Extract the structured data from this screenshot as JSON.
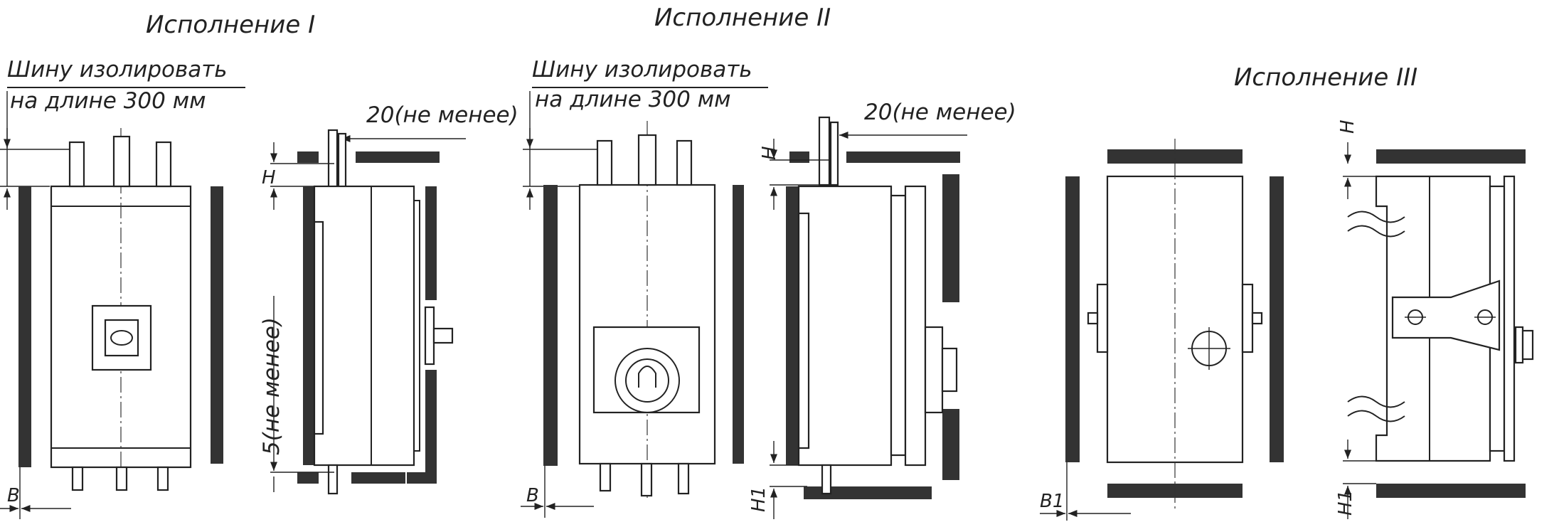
{
  "figure": {
    "variant_titles": [
      "Исполнение I",
      "Исполнение II",
      "Исполнение III"
    ],
    "note_line1": "Шину изолировать",
    "note_line2": "на длине 300 мм",
    "dim_clearance_top": "20(не менее)",
    "dim_clearance_side": "5(не менее)",
    "label_H": "H",
    "label_H1": "H1",
    "label_B": "B",
    "label_B1": "B1",
    "colors": {
      "ink": "#222222",
      "wall": "#333333",
      "paper": "#ffffff"
    }
  }
}
